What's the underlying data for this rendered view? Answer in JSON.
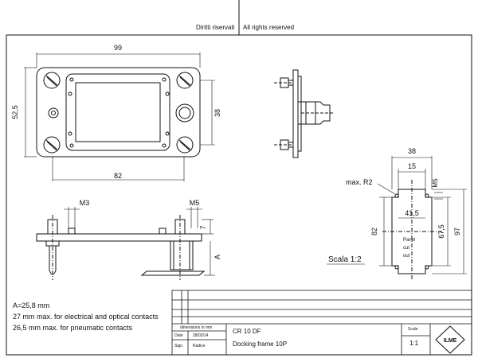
{
  "header": {
    "rights_it": "Diritti riservati",
    "rights_en": "All rights reserved"
  },
  "dims": {
    "d99": "99",
    "d82": "82",
    "d525": "52,5",
    "d38": "38",
    "m3": "M3",
    "m5": "M5",
    "d7": "7",
    "dA": "A",
    "r_38": "38",
    "r_15": "15",
    "r_m5": "M5",
    "r_maxr2": "max. R2",
    "r_415": "41,5",
    "r_82": "82",
    "r_675": "67,5",
    "r_97": "97"
  },
  "panel_label": [
    "Panel",
    "cut",
    "out"
  ],
  "scale_note": "Scala 1:2",
  "notes": [
    "A=25,8 mm",
    "27 mm max. for electrical and optical contacts",
    "26,5 mm max. for pneumatic contacts"
  ],
  "title_block": {
    "units": "dimensions in mm",
    "date_label": "Date",
    "date_value": "28/03/14",
    "sign_label": "Sign.",
    "sign_value": "Radice",
    "code": "CR 10 DF",
    "name": "Docking frame 10P",
    "scale_label": "Scale",
    "scale_value": "1:1",
    "logo_text": "ILME"
  }
}
